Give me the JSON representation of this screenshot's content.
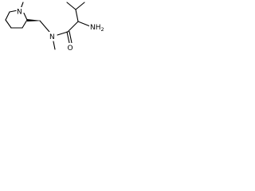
{
  "structure": {
    "atoms": {
      "ring_nitrogen": "N",
      "amide_nitrogen": "N",
      "amino_group": "NH",
      "amino_subscript": "2",
      "carbonyl_oxygen": "O"
    }
  },
  "colors": {
    "ink": "#000000",
    "background": "#ffffff"
  }
}
